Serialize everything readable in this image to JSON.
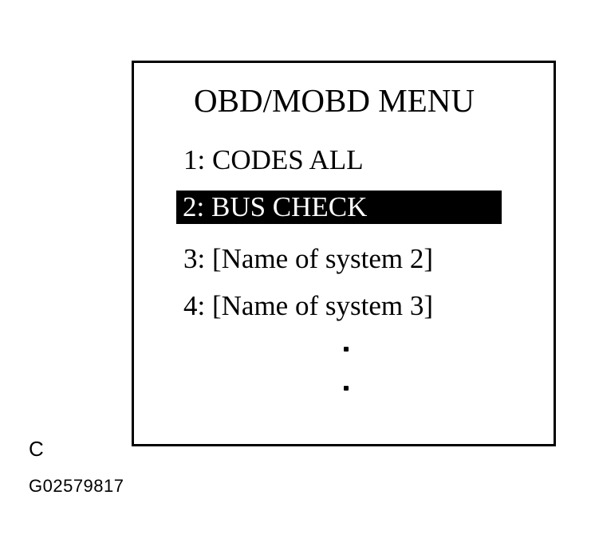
{
  "menu": {
    "title": "OBD/MOBD MENU",
    "items": [
      {
        "label": "1: CODES ALL",
        "selected": false
      },
      {
        "label": "2: BUS CHECK",
        "selected": true
      },
      {
        "label": "3: [Name of system 2]",
        "selected": false
      },
      {
        "label": "4: [Name of system 3]",
        "selected": false
      }
    ],
    "more_indicator": "more-items-ellipsis"
  },
  "figure": {
    "label": "C",
    "code": "G02579817"
  },
  "colors": {
    "background": "#ffffff",
    "foreground": "#000000",
    "selection_bg": "#000000",
    "selection_fg": "#ffffff"
  }
}
